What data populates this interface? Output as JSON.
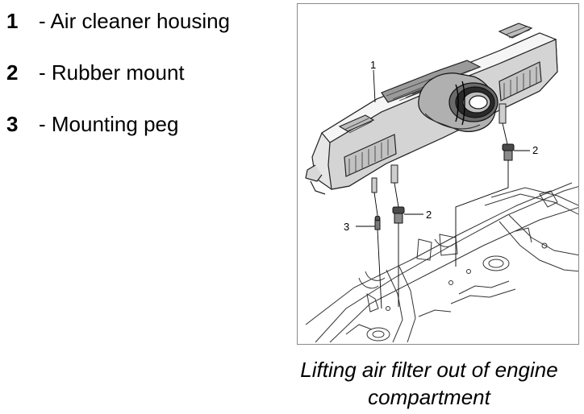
{
  "legend": [
    {
      "number": "1",
      "text": "- Air cleaner housing"
    },
    {
      "number": "2",
      "text": "- Rubber mount"
    },
    {
      "number": "3",
      "text": "- Mounting peg"
    }
  ],
  "callouts": {
    "housing": "1",
    "mount_right": "2",
    "mount_center": "2",
    "peg": "3"
  },
  "caption": {
    "line1": "Lifting air filter out of engine",
    "line2": "compartment"
  }
}
